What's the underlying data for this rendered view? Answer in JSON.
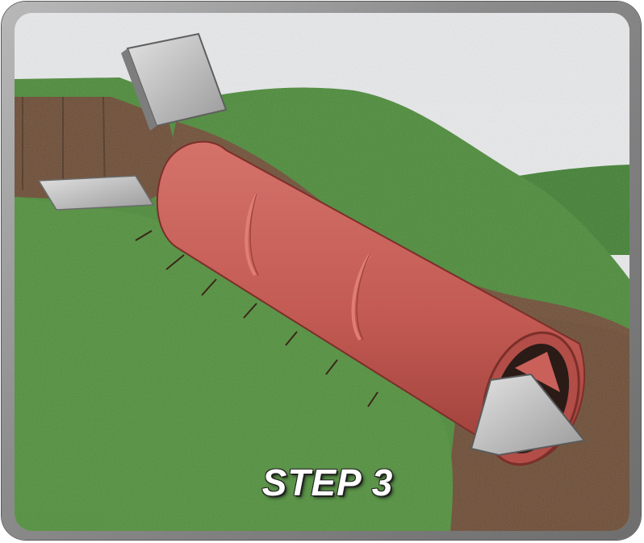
{
  "caption": {
    "step_label": "STEP 3"
  },
  "palette": {
    "sky": "#e9eaec",
    "grass": "#4f8f3a",
    "grass_dark": "#3b7a2c",
    "soil": "#6b4a32",
    "pipe": "#c9605a",
    "pipe_shadow": "#a94640",
    "plate": "#b9b9b9",
    "frame": "#8c8c8c"
  },
  "icons": {
    "pipe": "culvert-pipe-illustration",
    "plate": "steel-plate-illustration"
  }
}
